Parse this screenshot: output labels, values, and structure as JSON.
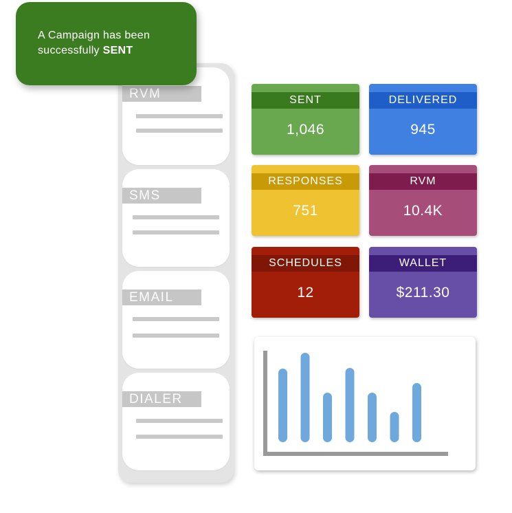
{
  "toast": {
    "message": "A Campaign has been successfully",
    "status": "SENT",
    "color": "#3b7c21"
  },
  "channels": [
    {
      "label": "RVM"
    },
    {
      "label": "SMS"
    },
    {
      "label": "EMAIL"
    },
    {
      "label": "DIALER"
    }
  ],
  "stats": [
    {
      "label": "SENT",
      "value": "1,046",
      "color": "#6aa84f",
      "header_color": "#3a7a1f"
    },
    {
      "label": "DELIVERED",
      "value": "945",
      "color": "#3f80e0",
      "header_color": "#1f5ec9"
    },
    {
      "label": "RESPONSES",
      "value": "751",
      "color": "#efc232",
      "header_color": "#c99a07"
    },
    {
      "label": "RVM",
      "value": "10.4K",
      "color": "#a64d79",
      "header_color": "#7e1d4d"
    },
    {
      "label": "SCHEDULES",
      "value": "12",
      "color": "#a31e08",
      "header_color": "#801706"
    },
    {
      "label": "WALLET",
      "value": "$211.30",
      "color": "#674ea7",
      "header_color": "#3c1d77"
    }
  ],
  "chart_data": {
    "type": "bar",
    "values": [
      107,
      130,
      72,
      108,
      72,
      44,
      86
    ],
    "bar_color": "#6fa8dc",
    "axis_color": "#999999"
  }
}
